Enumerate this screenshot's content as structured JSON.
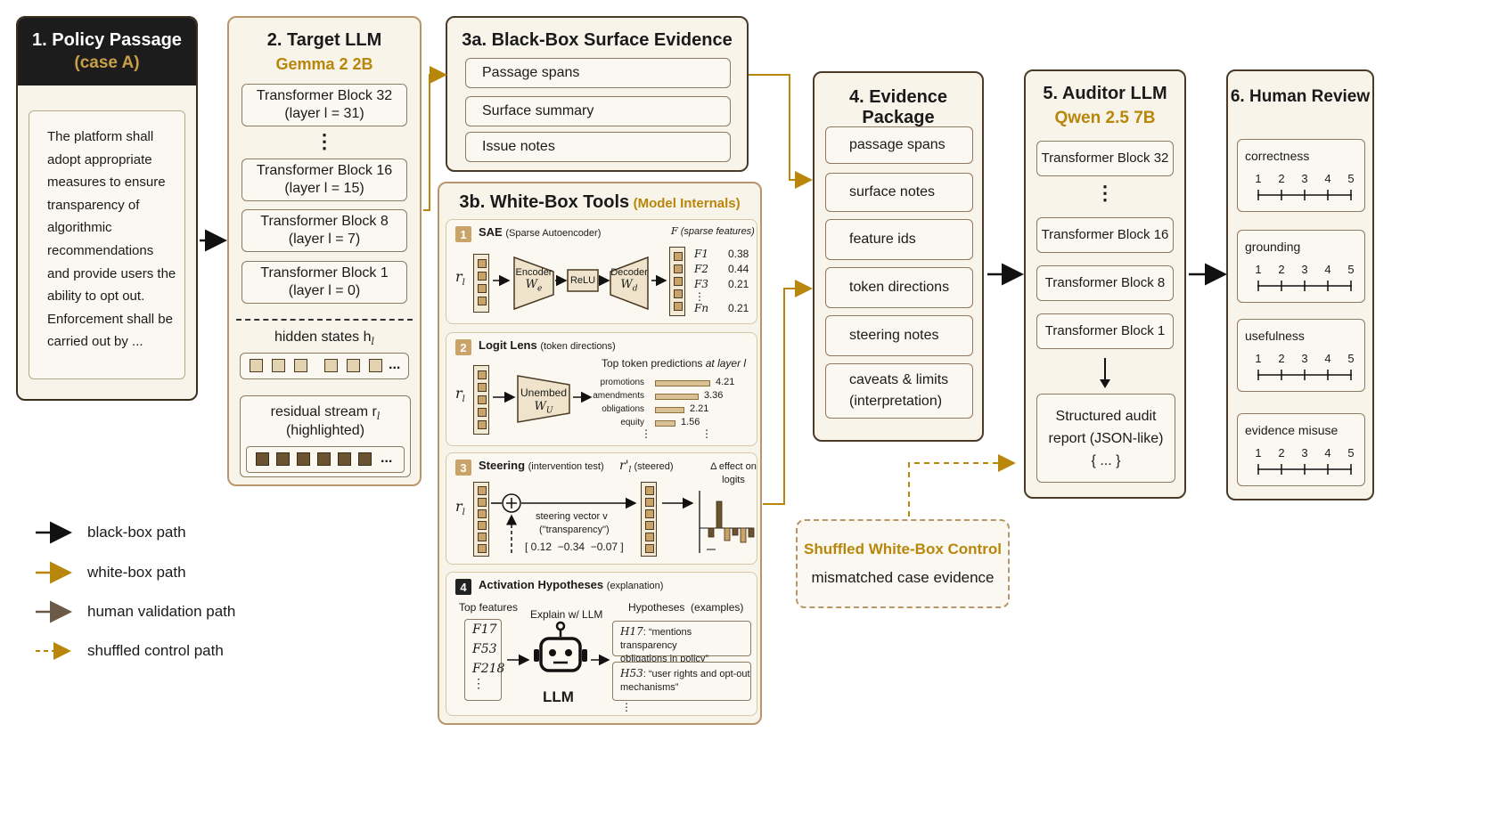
{
  "p1": {
    "title": "1. Policy Passage",
    "subtitle": "(case A)",
    "lines": [
      "The platform shall",
      "adopt appropriate",
      "measures to ensure",
      "transparency of",
      "algorithmic",
      "recommendations",
      "and provide users the",
      "ability to opt out.",
      "Enforcement shall be",
      "carried out by ..."
    ]
  },
  "p2": {
    "title": "2. Target LLM",
    "subtitle": "Gemma 2 2B",
    "blocks": [
      {
        "name": "Transformer Block 32",
        "layer": "(layer l = 31)"
      },
      {
        "name": "Transformer Block 16",
        "layer": "(layer l = 15)"
      },
      {
        "name": "Transformer Block 8",
        "layer": "(layer l = 7)"
      },
      {
        "name": "Transformer Block 1",
        "layer": "(layer l = 0)"
      }
    ],
    "ellipsis": "⋮",
    "hidden_label": "hidden states h",
    "hidden_sub": "l",
    "residual_label": "residual stream r",
    "residual_sub": "l",
    "residual_note": "(highlighted)",
    "dots": "..."
  },
  "p3a": {
    "title": "3a. Black-Box Surface Evidence",
    "items": [
      "Passage spans",
      "Surface summary",
      "Issue notes"
    ]
  },
  "p3b": {
    "title": "3b. White-Box Tools",
    "title_note": "(Model Internals)",
    "sae": {
      "num": "1",
      "name": "SAE",
      "note": "(Sparse Autoencoder)",
      "r": "r",
      "r_sub": "l",
      "encoder": "Encoder",
      "encoder_w": "W",
      "encoder_sub": "e",
      "relu": "ReLU",
      "decoder": "Decoder",
      "decoder_w": "W",
      "decoder_sub": "d",
      "f_label": "F",
      "f_note": "(sparse features)",
      "features": [
        {
          "name": "F1",
          "value": "0.38"
        },
        {
          "name": "F2",
          "value": "0.44"
        },
        {
          "name": "F3",
          "value": "0.21"
        },
        {
          "name": "Fn",
          "value": "0.21"
        }
      ]
    },
    "logit": {
      "num": "2",
      "name": "Logit Lens",
      "note": "(token directions)",
      "unembed": "Unembed",
      "unembed_w": "W",
      "unembed_sub": "U",
      "top_label": "Top token predictions",
      "top_note": "at layer l",
      "tokens": [
        {
          "name": "promotions",
          "value": 4.21,
          "label": "4.21"
        },
        {
          "name": "amendments",
          "value": 3.36,
          "label": "3.36"
        },
        {
          "name": "obligations",
          "value": 2.21,
          "label": "2.21"
        },
        {
          "name": "equity",
          "value": 1.56,
          "label": "1.56"
        }
      ]
    },
    "steer": {
      "num": "3",
      "name": "Steering",
      "note": "(intervention test)",
      "rprime": "r'",
      "rprime_sub": "l",
      "rprime_note": "(steered)",
      "delta": "Δ effect on",
      "delta2": "logits",
      "vector": "steering vector v",
      "vector_note": "(\"transparency\")",
      "vector_values": "[ 0.12  −0.34  −0.07 ]"
    },
    "act": {
      "num": "4",
      "name": "Activation Hypotheses",
      "note": "(explanation)",
      "top": "Top features",
      "features": [
        "F17",
        "F53",
        "F218"
      ],
      "explain": "Explain w/ LLM",
      "llm": "LLM",
      "hyp_label": "Hypotheses  (examples)",
      "hyps": [
        {
          "id": "H17",
          "text1": ": “mentions transparency",
          "text2": "obligations in policy”"
        },
        {
          "id": "H53",
          "text1": ": “user rights and opt-out",
          "text2": "mechanisms”"
        }
      ]
    }
  },
  "p4": {
    "title": "4. Evidence Package",
    "items": [
      "passage spans",
      "surface notes",
      "feature ids",
      "token directions",
      "steering notes",
      "caveats & limits\n(interpretation)"
    ]
  },
  "p5": {
    "title": "5. Auditor LLM",
    "subtitle": "Qwen 2.5 7B",
    "blocks": [
      "Transformer Block 32",
      "Transformer Block 16",
      "Transformer Block 8",
      "Transformer Block 1"
    ],
    "report1": "Structured audit",
    "report2": "report (JSON-like)",
    "report3": "{ ... }"
  },
  "p6": {
    "title": "6. Human Review",
    "scales": [
      "correctness",
      "grounding",
      "usefulness",
      "evidence misuse"
    ],
    "ticks": [
      "1",
      "2",
      "3",
      "4",
      "5"
    ]
  },
  "shuffled": {
    "title": "Shuffled White-Box Control",
    "sub": "mismatched case evidence"
  },
  "legend": [
    "black-box path",
    "white-box path",
    "human validation path",
    "shuffled control path"
  ],
  "colors": {
    "dark": "#1a1a1a",
    "gold": "#b8860b",
    "brown": "#6b5a45",
    "panel": "#f8f4ea"
  }
}
